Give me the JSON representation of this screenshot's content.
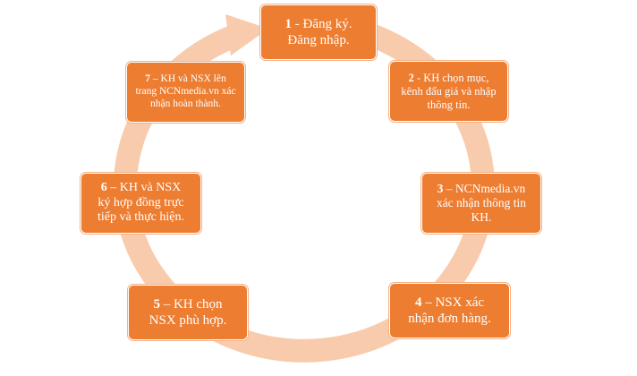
{
  "steps": [
    {
      "num": "1",
      "text": " - Đăng ký.\n      Đăng nhập."
    },
    {
      "num": "2",
      "text": " - KH chọn mục,\nkênh đấu giá và nhập\nthông tin."
    },
    {
      "num": "3",
      "text": " – NCNmedia.vn\nxác  nhận thông tin\nKH."
    },
    {
      "num": "4",
      "text": " – NSX xác\nnhận đơn hàng."
    },
    {
      "num": "5",
      "text": " – KH chọn\nNSX  phù hợp."
    },
    {
      "num": "6",
      "text": " – KH  và NSX\nký hợp đồng trực\ntiếp và thực hiện."
    },
    {
      "num": "7",
      "text": " – KH và NSX lên\ntrang NCNmedia.vn xác\nnhận hoàn thành."
    }
  ],
  "colors": {
    "box": "#ED7D31",
    "ring": "#F8CBAD"
  }
}
